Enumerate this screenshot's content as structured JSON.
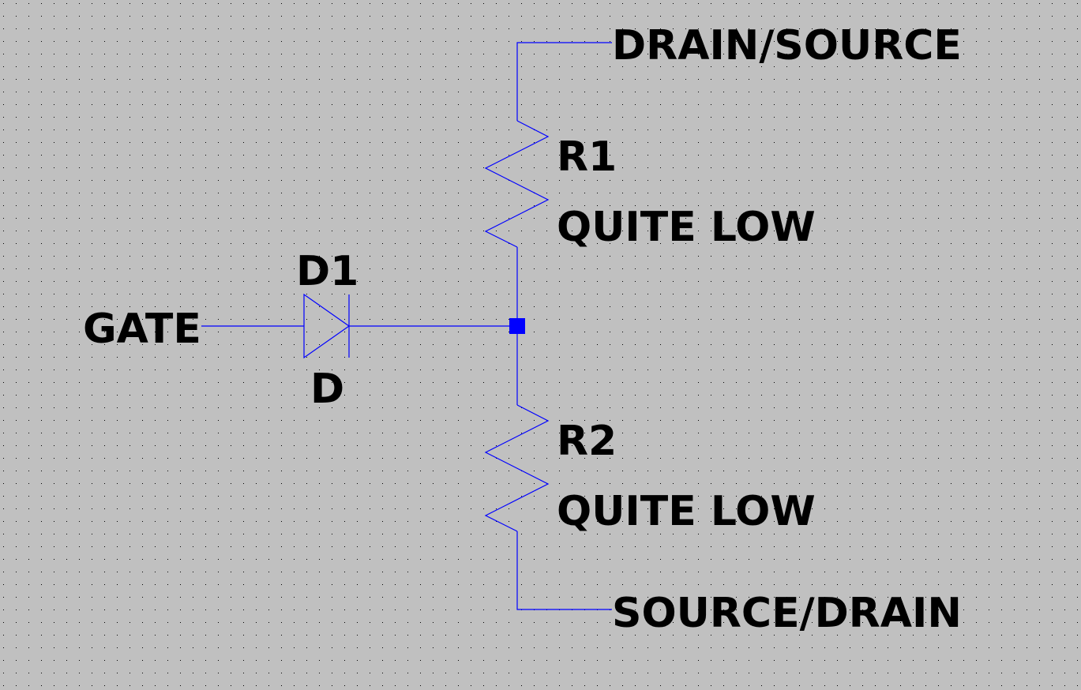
{
  "schematic": {
    "colors": {
      "background": "#c0c0c0",
      "grid_dot": "#000000",
      "wire": "#0000ff",
      "junction": "#0000ff",
      "text": "#000000"
    },
    "nets": {
      "gate": "GATE",
      "top": "DRAIN/SOURCE",
      "bottom": "SOURCE/DRAIN"
    },
    "diode": {
      "ref": "D1",
      "value": "D"
    },
    "resistors": [
      {
        "ref": "R1",
        "value": "QUITE LOW"
      },
      {
        "ref": "R2",
        "value": "QUITE LOW"
      }
    ]
  }
}
